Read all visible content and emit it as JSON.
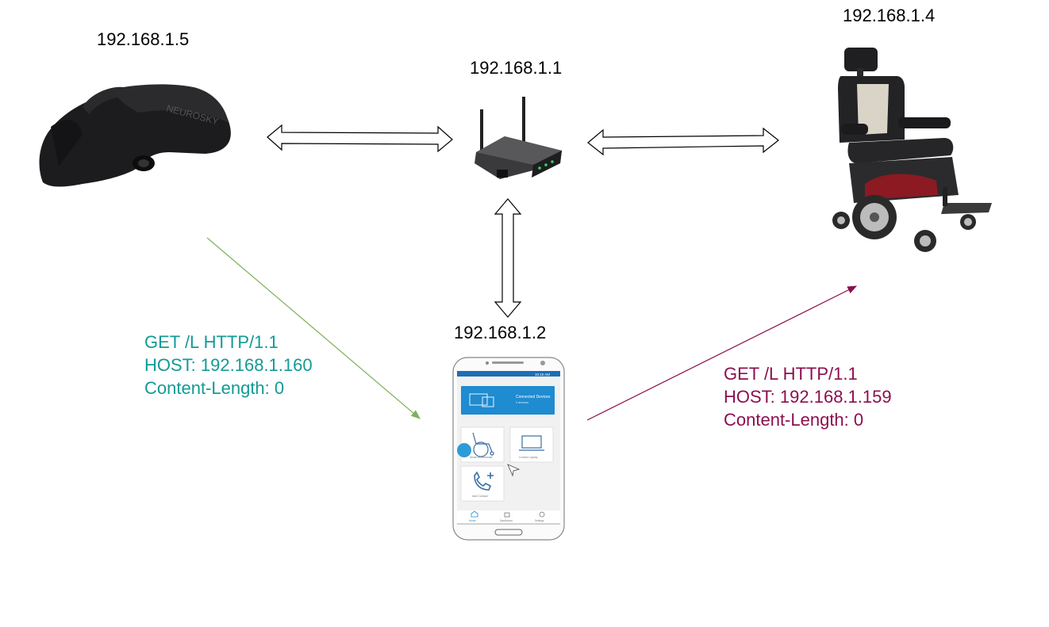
{
  "nodes": {
    "headset": {
      "ip": "192.168.1.5",
      "icon": "eeg-headset-icon",
      "brand_text": "NEUROSKY"
    },
    "router": {
      "ip": "192.168.1.1",
      "icon": "wifi-router-icon"
    },
    "wheelchair": {
      "ip": "192.168.1.4",
      "icon": "power-wheelchair-icon"
    },
    "phone": {
      "ip": "192.168.1.2",
      "icon": "smartphone-icon"
    }
  },
  "phone_app": {
    "status_bar": "10:15 AM",
    "banner_title": "Connected Devices",
    "banner_subtitle": "2 devices",
    "tiles": [
      {
        "label": "Smart Wheelchair",
        "icon": "wheelchair-icon"
      },
      {
        "label": "Control Laptop",
        "icon": "laptop-icon"
      },
      {
        "label": "Add Contact",
        "icon": "phone-add-icon"
      }
    ],
    "nav": [
      {
        "label": "Home",
        "icon": "home-icon"
      },
      {
        "label": "Dashboard",
        "icon": "dashboard-icon"
      },
      {
        "label": "Settings",
        "icon": "settings-icon"
      }
    ]
  },
  "requests": {
    "to_phone": {
      "lines": [
        "GET /L HTTP/1.1",
        "HOST: 192.168.1.160",
        "Content-Length: 0"
      ],
      "color": "#139a96",
      "arrow_color": "#7fb05a"
    },
    "to_wheelchair": {
      "lines": [
        "GET /L HTTP/1.1",
        "HOST: 192.168.1.159",
        "Content-Length: 0"
      ],
      "color": "#8c0f4f",
      "arrow_color": "#8c0f4f"
    }
  }
}
